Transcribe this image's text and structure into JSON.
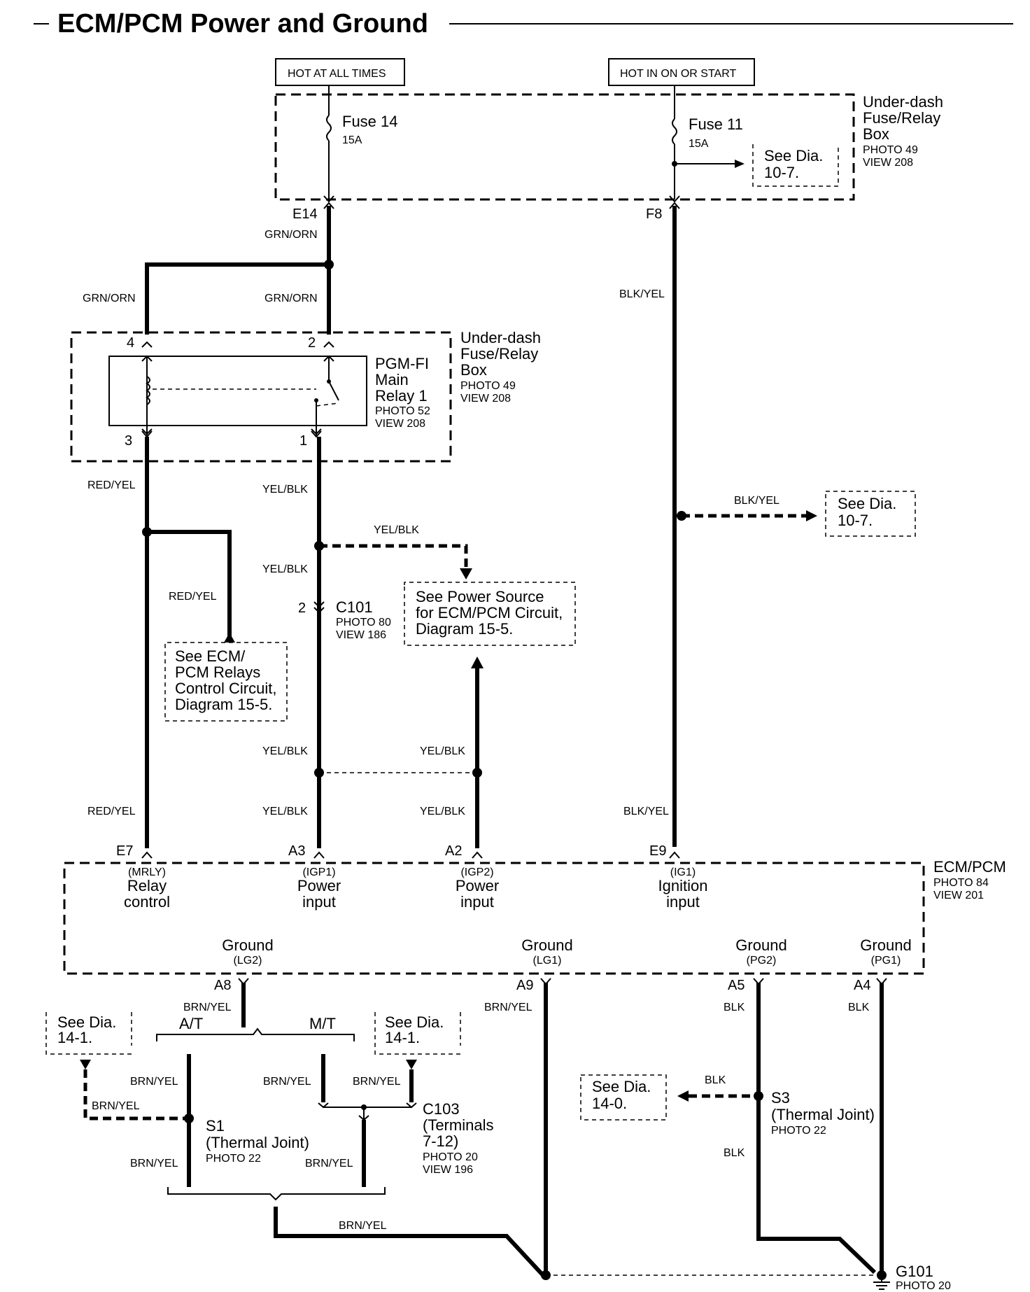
{
  "title": "ECM/PCM Power and Ground",
  "sources": {
    "hot_all": "HOT AT ALL TIMES",
    "hot_on": "HOT IN ON OR START"
  },
  "fusebox_top": {
    "l1": "Under-dash",
    "l2": "Fuse/Relay",
    "l3": "Box",
    "l4": "PHOTO 49",
    "l5": "VIEW 208"
  },
  "fuse14": {
    "name": "Fuse 14",
    "rating": "15A"
  },
  "fuse11": {
    "name": "Fuse 11",
    "rating": "15A"
  },
  "see_10_7": {
    "l1": "See Dia.",
    "l2": "10-7."
  },
  "pins": {
    "E14": "E14",
    "F8": "F8",
    "r4": "4",
    "r2": "2",
    "r3": "3",
    "r1": "1",
    "c2": "2",
    "E7": "E7",
    "A3": "A3",
    "A2": "A2",
    "E9": "E9",
    "A8": "A8",
    "A9": "A9",
    "A5": "A5",
    "A4": "A4"
  },
  "wires": {
    "grn_orn": "GRN/ORN",
    "blk_yel": "BLK/YEL",
    "red_yel": "RED/YEL",
    "yel_blk": "YEL/BLK",
    "brn_yel": "BRN/YEL",
    "blk": "BLK"
  },
  "relay": {
    "l1": "PGM-FI",
    "l2": "Main",
    "l3": "Relay 1",
    "l4": "PHOTO 52",
    "l5": "VIEW 208"
  },
  "fusebox_mid": {
    "l1": "Under-dash",
    "l2": "Fuse/Relay",
    "l3": "Box",
    "l4": "PHOTO 49",
    "l5": "VIEW 208"
  },
  "c101": {
    "name": "C101",
    "photo": "PHOTO 80",
    "view": "VIEW 186"
  },
  "see_power": {
    "l1": "See Power Source",
    "l2": "for ECM/PCM Circuit,",
    "l3": "Diagram 15-5."
  },
  "see_relays": {
    "l1": "See ECM/",
    "l2": "PCM Relays",
    "l3": "Control Circuit,",
    "l4": "Diagram 15-5."
  },
  "ecm": {
    "l1": "ECM/PCM",
    "l2": "PHOTO 84",
    "l3": "VIEW 201"
  },
  "ecm_pins": {
    "mrly": "(MRLY)",
    "relay": "Relay",
    "control": "control",
    "igp1": "(IGP1)",
    "power": "Power",
    "input": "input",
    "igp2": "(IGP2)",
    "ig1": "(IG1)",
    "ignition": "Ignition",
    "ground": "Ground",
    "lg2": "(LG2)",
    "lg1": "(LG1)",
    "pg2": "(PG2)",
    "pg1": "(PG1)"
  },
  "at": "A/T",
  "mt": "M/T",
  "see_14_1": {
    "l1": "See Dia.",
    "l2": "14-1."
  },
  "see_14_0": {
    "l1": "See Dia.",
    "l2": "14-0."
  },
  "c103": {
    "name": "C103",
    "l2": "(Terminals",
    "l3": "7-12)",
    "photo": "PHOTO 20",
    "view": "VIEW 196"
  },
  "s1": {
    "name": "S1",
    "desc": "(Thermal Joint)",
    "photo": "PHOTO 22"
  },
  "s3": {
    "name": "S3",
    "desc": "(Thermal Joint)",
    "photo": "PHOTO 22"
  },
  "g101": {
    "name": "G101",
    "photo": "PHOTO 20"
  }
}
